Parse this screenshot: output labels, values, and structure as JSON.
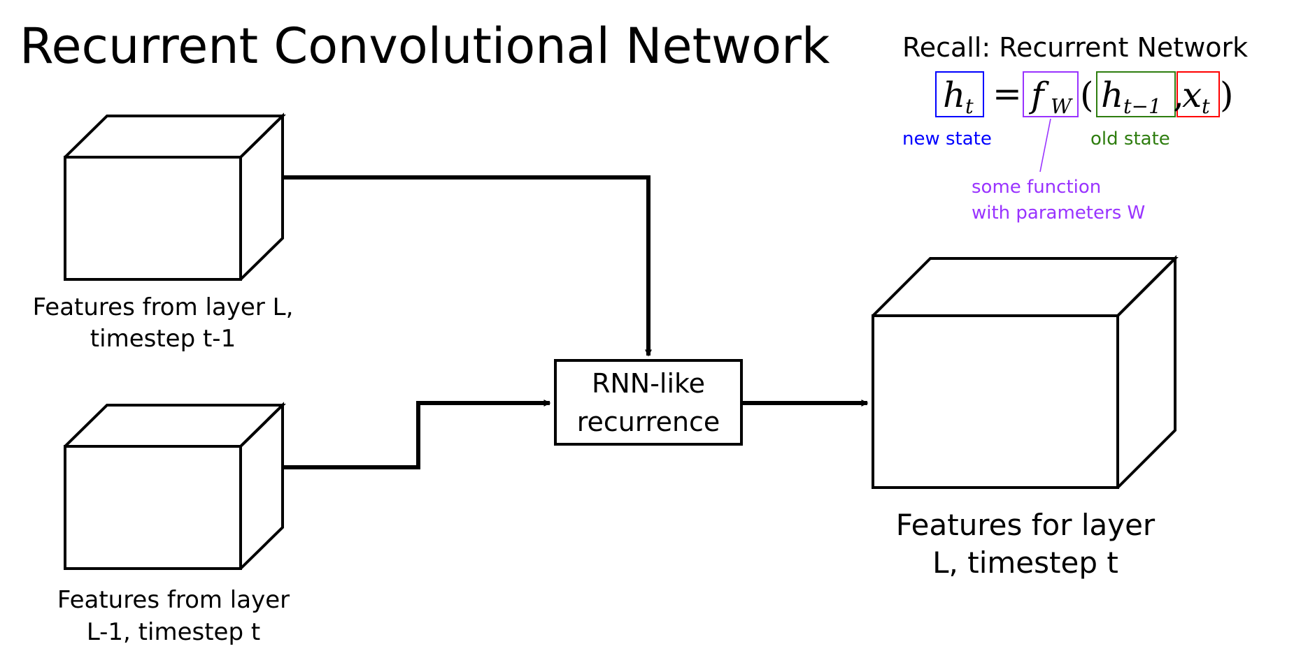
{
  "slide": {
    "title": "Recurrent Convolutional Network"
  },
  "recall": {
    "heading": "Recall: Recurrent Network",
    "equation": {
      "lhs_base": "h",
      "lhs_sub": "t",
      "equals": "=",
      "fn_base": "f",
      "fn_sub": "W",
      "open_paren": "(",
      "arg1_base": "h",
      "arg1_sub": "t−1",
      "comma": ",",
      "arg2_base": "x",
      "arg2_sub": "t",
      "close_paren": ")"
    },
    "labels": {
      "new_state": "new state",
      "old_state": "old state",
      "fn_line1": "some function",
      "fn_line2": "with parameters W"
    },
    "colors": {
      "new_state": "#0000ff",
      "function": "#9933ff",
      "old_state": "#2e7d0f",
      "input": "#ff0000"
    }
  },
  "diagram": {
    "top_input": {
      "line1": "Features from layer L,",
      "line2": "timestep t-1"
    },
    "bottom_input": {
      "line1": "Features from layer",
      "line2": "L-1, timestep t"
    },
    "rnn_box": {
      "line1": "RNN-like",
      "line2": "recurrence"
    },
    "output": {
      "line1": "Features for layer",
      "line2": "L, timestep t"
    }
  }
}
